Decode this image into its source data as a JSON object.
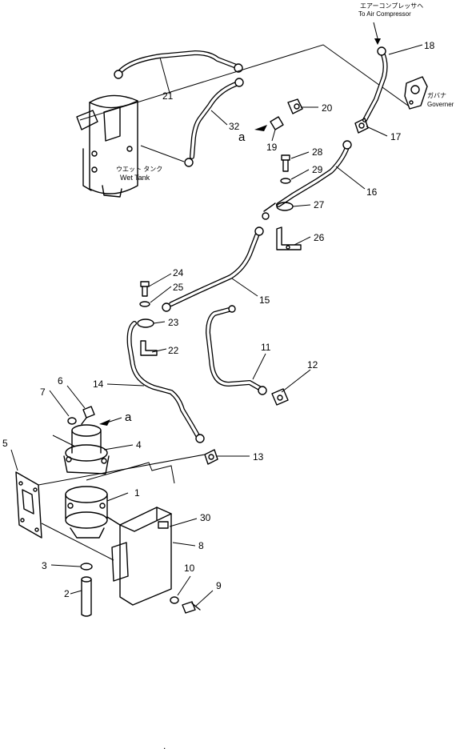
{
  "labels": {
    "air_compressor_jp": "エアーコンプレッサヘ",
    "air_compressor_en": "To Air Compressor",
    "governor_jp": "ガバナ",
    "governor_en": "Governer",
    "wet_tank_jp": "ウエット タンク",
    "wet_tank_en": "Wet Tank",
    "view_mark": "a"
  },
  "callouts": [
    "1",
    "2",
    "3",
    "4",
    "5",
    "6",
    "7",
    "8",
    "9",
    "10",
    "11",
    "12",
    "13",
    "14",
    "15",
    "16",
    "17",
    "18",
    "19",
    "20",
    "21",
    "22",
    "23",
    "24",
    "25",
    "26",
    "27",
    "28",
    "29",
    "30",
    "32"
  ],
  "footer_mark": "."
}
